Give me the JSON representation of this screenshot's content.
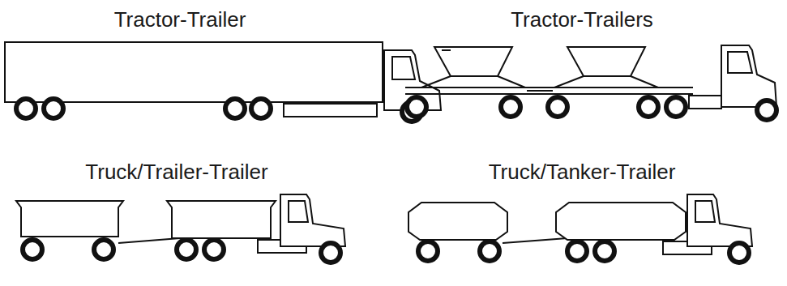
{
  "diagram": {
    "labels": [
      "Tractor-Trailer",
      "Tractor-Trailers",
      "Truck/Trailer-Trailer",
      "Truck/Tanker-Trailer"
    ]
  }
}
